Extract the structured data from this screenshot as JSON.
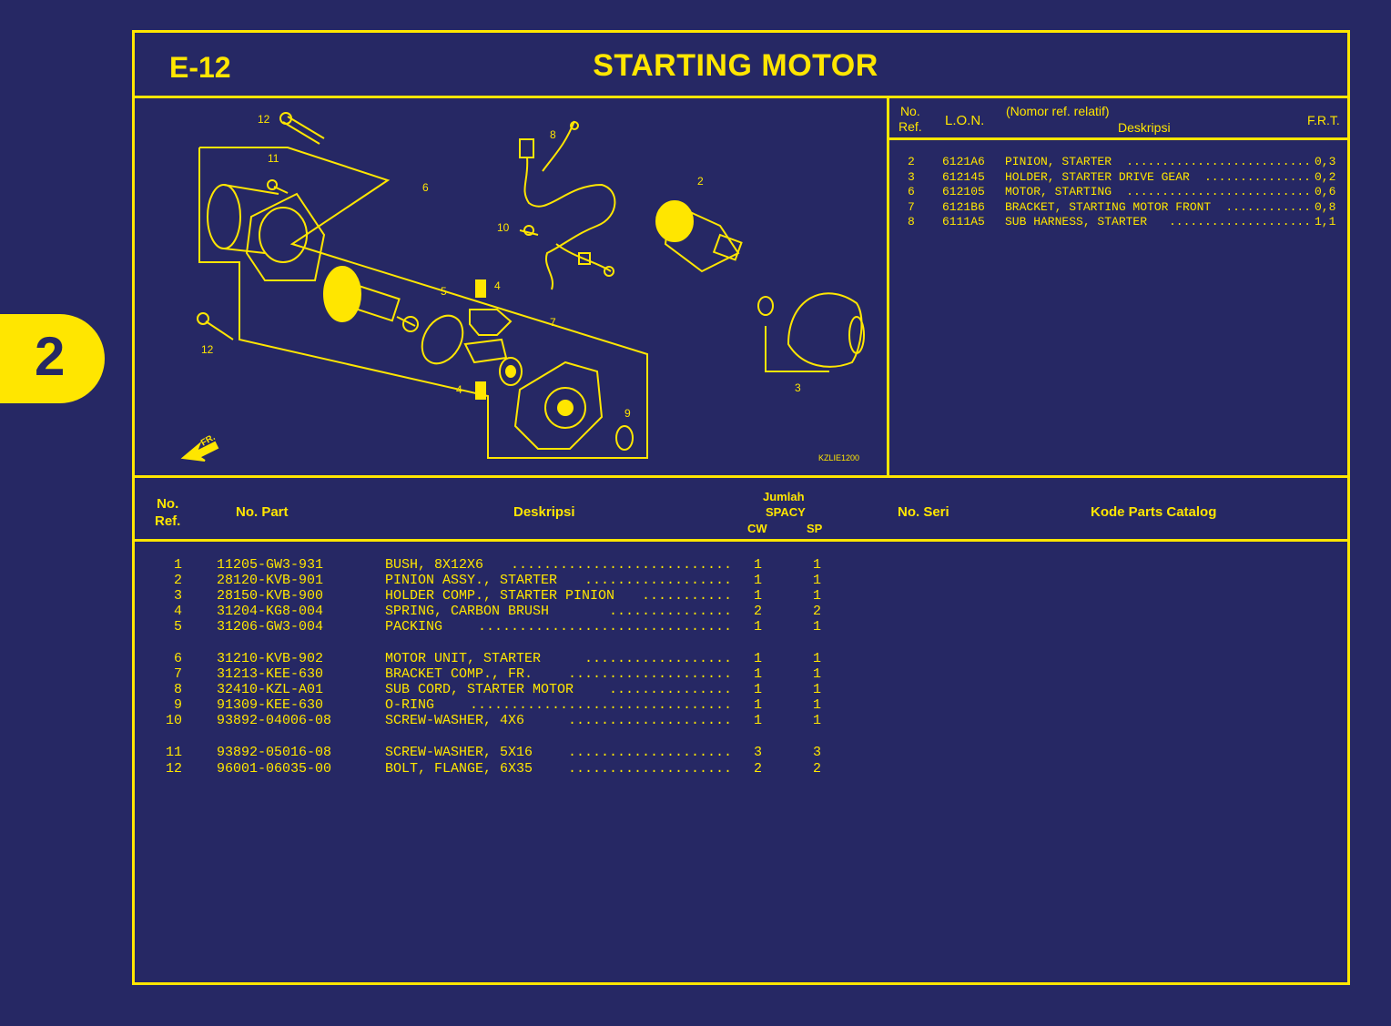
{
  "section_tab": "2",
  "page": {
    "code": "E-12",
    "title": "STARTING MOTOR"
  },
  "diagram": {
    "labels": [
      "12",
      "11",
      "6",
      "8",
      "2",
      "10",
      "5",
      "4",
      "7",
      "4",
      "3",
      "9",
      "12"
    ],
    "front_marker": "FR.",
    "figure_code": "KZLIE1200"
  },
  "ref_table": {
    "headers": {
      "no_ref_1": "No.",
      "no_ref_2": "Ref.",
      "lon": "L.O.N.",
      "desc_note": "(Nomor ref. relatif)",
      "desc": "Deskripsi",
      "frt": "F.R.T."
    },
    "rows": [
      {
        "ref": "2",
        "lon": "6121A6",
        "desc": "PINION, STARTER",
        "dots": "..........................",
        "frt": "0,3"
      },
      {
        "ref": "3",
        "lon": "612145",
        "desc": "HOLDER, STARTER DRIVE GEAR",
        "dots": "...............",
        "frt": "0,2"
      },
      {
        "ref": "6",
        "lon": "612105",
        "desc": "MOTOR, STARTING",
        "dots": "..........................",
        "frt": "0,6"
      },
      {
        "ref": "7",
        "lon": "6121B6",
        "desc": "BRACKET, STARTING MOTOR FRONT",
        "dots": "............",
        "frt": "0,8"
      },
      {
        "ref": "8",
        "lon": "6111A5",
        "desc": "SUB HARNESS, STARTER",
        "dots": "....................",
        "frt": "1,1"
      }
    ]
  },
  "parts_table": {
    "headers": {
      "no_ref_1": "No.",
      "no_ref_2": "Ref.",
      "part_no": "No. Part",
      "desc": "Deskripsi",
      "qty_title": "Jumlah",
      "model": "SPACY",
      "cw": "CW",
      "sp": "SP",
      "serial": "No. Seri",
      "catalog": "Kode Parts Catalog"
    },
    "rows": [
      {
        "ref": "1",
        "part": "11205-GW3-931",
        "desc": "BUSH, 8X12X6",
        "dots": "...........................",
        "cw": "1",
        "sp": "1"
      },
      {
        "ref": "2",
        "part": "28120-KVB-901",
        "desc": "PINION ASSY., STARTER",
        "dots": "..................",
        "cw": "1",
        "sp": "1"
      },
      {
        "ref": "3",
        "part": "28150-KVB-900",
        "desc": "HOLDER COMP., STARTER PINION",
        "dots": "...........",
        "cw": "1",
        "sp": "1"
      },
      {
        "ref": "4",
        "part": "31204-KG8-004",
        "desc": "SPRING, CARBON BRUSH",
        "dots": "...............",
        "cw": "2",
        "sp": "2"
      },
      {
        "ref": "5",
        "part": "31206-GW3-004",
        "desc": "PACKING",
        "dots": "...............................",
        "cw": "1",
        "sp": "1"
      },
      {
        "ref": "6",
        "part": "31210-KVB-902",
        "desc": "MOTOR UNIT, STARTER",
        "dots": "..................",
        "cw": "1",
        "sp": "1"
      },
      {
        "ref": "7",
        "part": "31213-KEE-630",
        "desc": "BRACKET COMP., FR.",
        "dots": "....................",
        "cw": "1",
        "sp": "1"
      },
      {
        "ref": "8",
        "part": "32410-KZL-A01",
        "desc": "SUB CORD, STARTER MOTOR",
        "dots": "...............",
        "cw": "1",
        "sp": "1"
      },
      {
        "ref": "9",
        "part": "91309-KEE-630",
        "desc": "O-RING",
        "dots": "................................",
        "cw": "1",
        "sp": "1"
      },
      {
        "ref": "10",
        "part": "93892-04006-08",
        "desc": "SCREW-WASHER, 4X6",
        "dots": "....................",
        "cw": "1",
        "sp": "1"
      },
      {
        "ref": "11",
        "part": "93892-05016-08",
        "desc": "SCREW-WASHER, 5X16",
        "dots": "....................",
        "cw": "3",
        "sp": "3"
      },
      {
        "ref": "12",
        "part": "96001-06035-00",
        "desc": "BOLT, FLANGE, 6X35",
        "dots": "....................",
        "cw": "2",
        "sp": "2"
      }
    ]
  },
  "colors": {
    "background": "#262864",
    "ink": "#ffe600"
  }
}
